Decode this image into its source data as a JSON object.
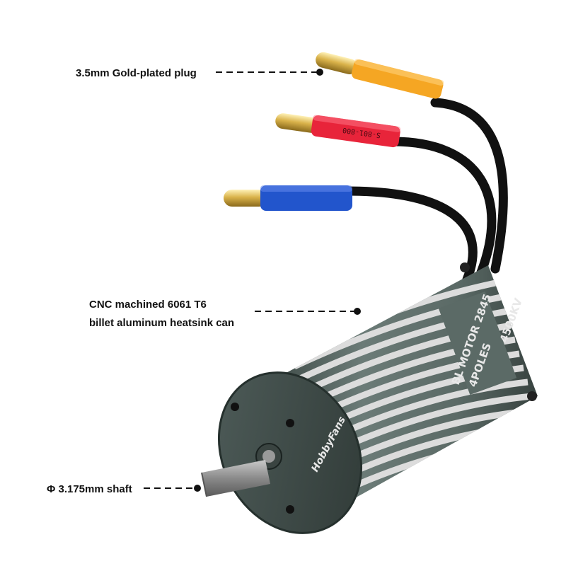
{
  "callouts": {
    "plug": "3.5mm  Gold-plated plug",
    "heatsink_line1": "CNC machined 6061 T6",
    "heatsink_line2": "billet aluminum heatsink can",
    "shaft": "Φ 3.175mm shaft"
  },
  "motor_markings": {
    "model": "BL MOTOR 2845",
    "poles": "4POLES",
    "kv": "4500KV",
    "brand": "HobbyFans"
  },
  "wire_marking": "S-801-800",
  "colors": {
    "can": "#5b6a66",
    "fins": "#dcdcdc",
    "sleeve_yellow": "#f5a623",
    "sleeve_red": "#e8243a",
    "sleeve_blue": "#2255cc",
    "gold": "#d9b24a",
    "wire": "#111111"
  }
}
